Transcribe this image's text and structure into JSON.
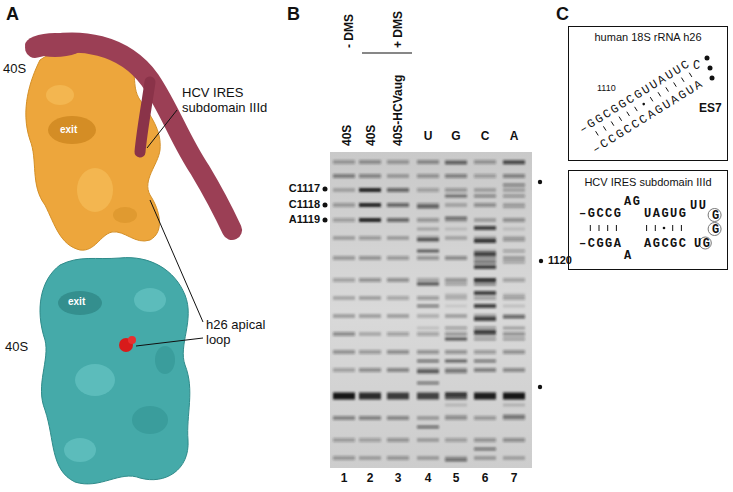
{
  "diagram": {
    "nodes": [
      {
        "text": [
          "human 18S rRNA h26",
          "1110",
          "–GGCGGCGUUAUUC",
          "C",
          "–CCGCCCAGUAGUA",
          "ES7"
        ]
      },
      {
        "text": [
          "HCV IRES subdomain IIId",
          "–GCCG",
          "AG",
          "UAGUG",
          "UU",
          "G",
          "G",
          "UG",
          "–CGGA",
          "A",
          "AGCGC"
        ]
      }
    ],
    "labels": [
      "A",
      "40S",
      "exit",
      "HCV IRES subdomain IIId",
      "h26 apical loop",
      "40S",
      "exit",
      "B",
      "- DMS",
      "+ DMS",
      "40S",
      "40S",
      "40S-HCVaug",
      "U",
      "G",
      "C",
      "A",
      "C1117",
      "C1118",
      "A1119",
      "1120",
      "1",
      "2",
      "3",
      "4",
      "5",
      "6",
      "7",
      "C"
    ]
  }
}
